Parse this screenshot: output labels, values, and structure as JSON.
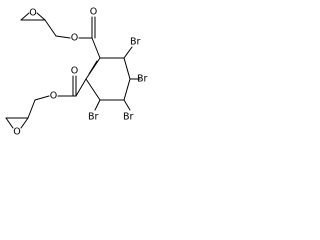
{
  "atoms": {
    "o_epoxide_top": "O",
    "o_ester_top": "O",
    "o_carbonyl_top": "O",
    "br_top_right": "Br",
    "br_middle_right": "Br",
    "o_ester_bottom": "O",
    "o_carbonyl_bottom": "O",
    "o_epoxide_bottom": "O",
    "br_bottom_left": "Br",
    "br_bottom_right": "Br"
  }
}
